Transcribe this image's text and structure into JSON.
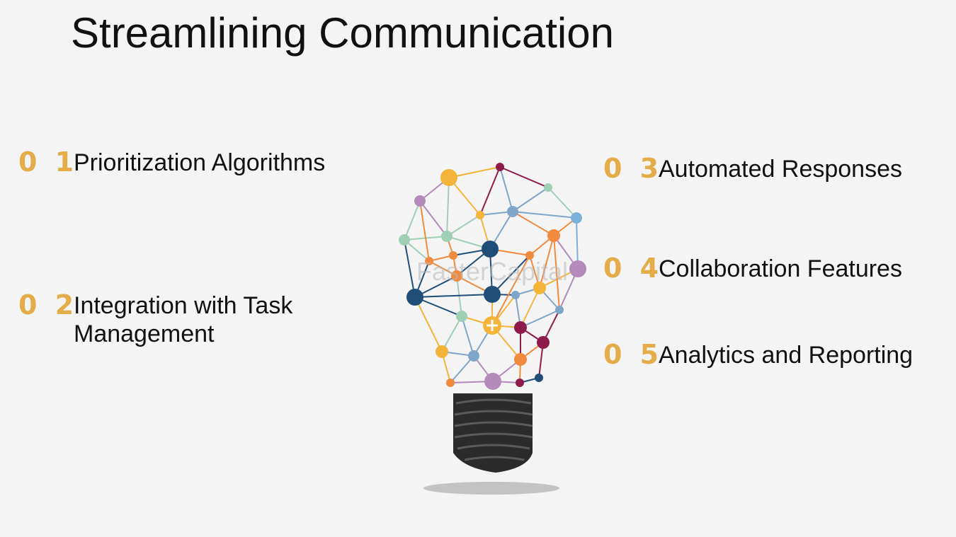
{
  "title": "Streamlining Communication",
  "items": [
    {
      "number": "0 1",
      "label": "Prioritization Algorithms"
    },
    {
      "number": "0 2",
      "label": "Integration with Task Management"
    },
    {
      "number": "0 3",
      "label": "Automated Responses"
    },
    {
      "number": "0 4",
      "label": "Collaboration Features"
    },
    {
      "number": "0 5",
      "label": "Analytics and Reporting"
    }
  ],
  "watermark": "FasterCapital",
  "colors": {
    "background": "#f4f4f4",
    "number_accent": "#e5ac4a",
    "text": "#111111",
    "bulb_base": "#2b2b2b"
  },
  "icons": [
    "lightbulb-network-icon"
  ]
}
